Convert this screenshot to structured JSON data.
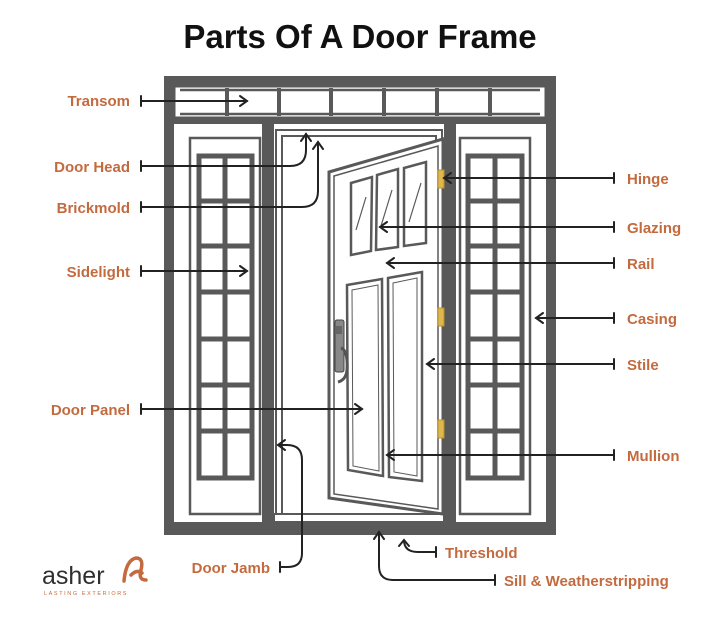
{
  "title": "Parts Of A Door Frame",
  "labels": {
    "transom": "Transom",
    "door_head": "Door Head",
    "brickmold": "Brickmold",
    "sidelight": "Sidelight",
    "door_panel": "Door Panel",
    "door_jamb": "Door Jamb",
    "hinge": "Hinge",
    "glazing": "Glazing",
    "rail": "Rail",
    "casing": "Casing",
    "stile": "Stile",
    "mullion": "Mullion",
    "threshold": "Threshold",
    "sill": "Sill & Weatherstripping"
  },
  "brand": {
    "name": "asher",
    "tagline": "LASTING EXTERIORS"
  },
  "colors": {
    "frame": "#595959",
    "label": "#c46a3f",
    "hinge": "#e0b64e",
    "line": "#222222"
  }
}
